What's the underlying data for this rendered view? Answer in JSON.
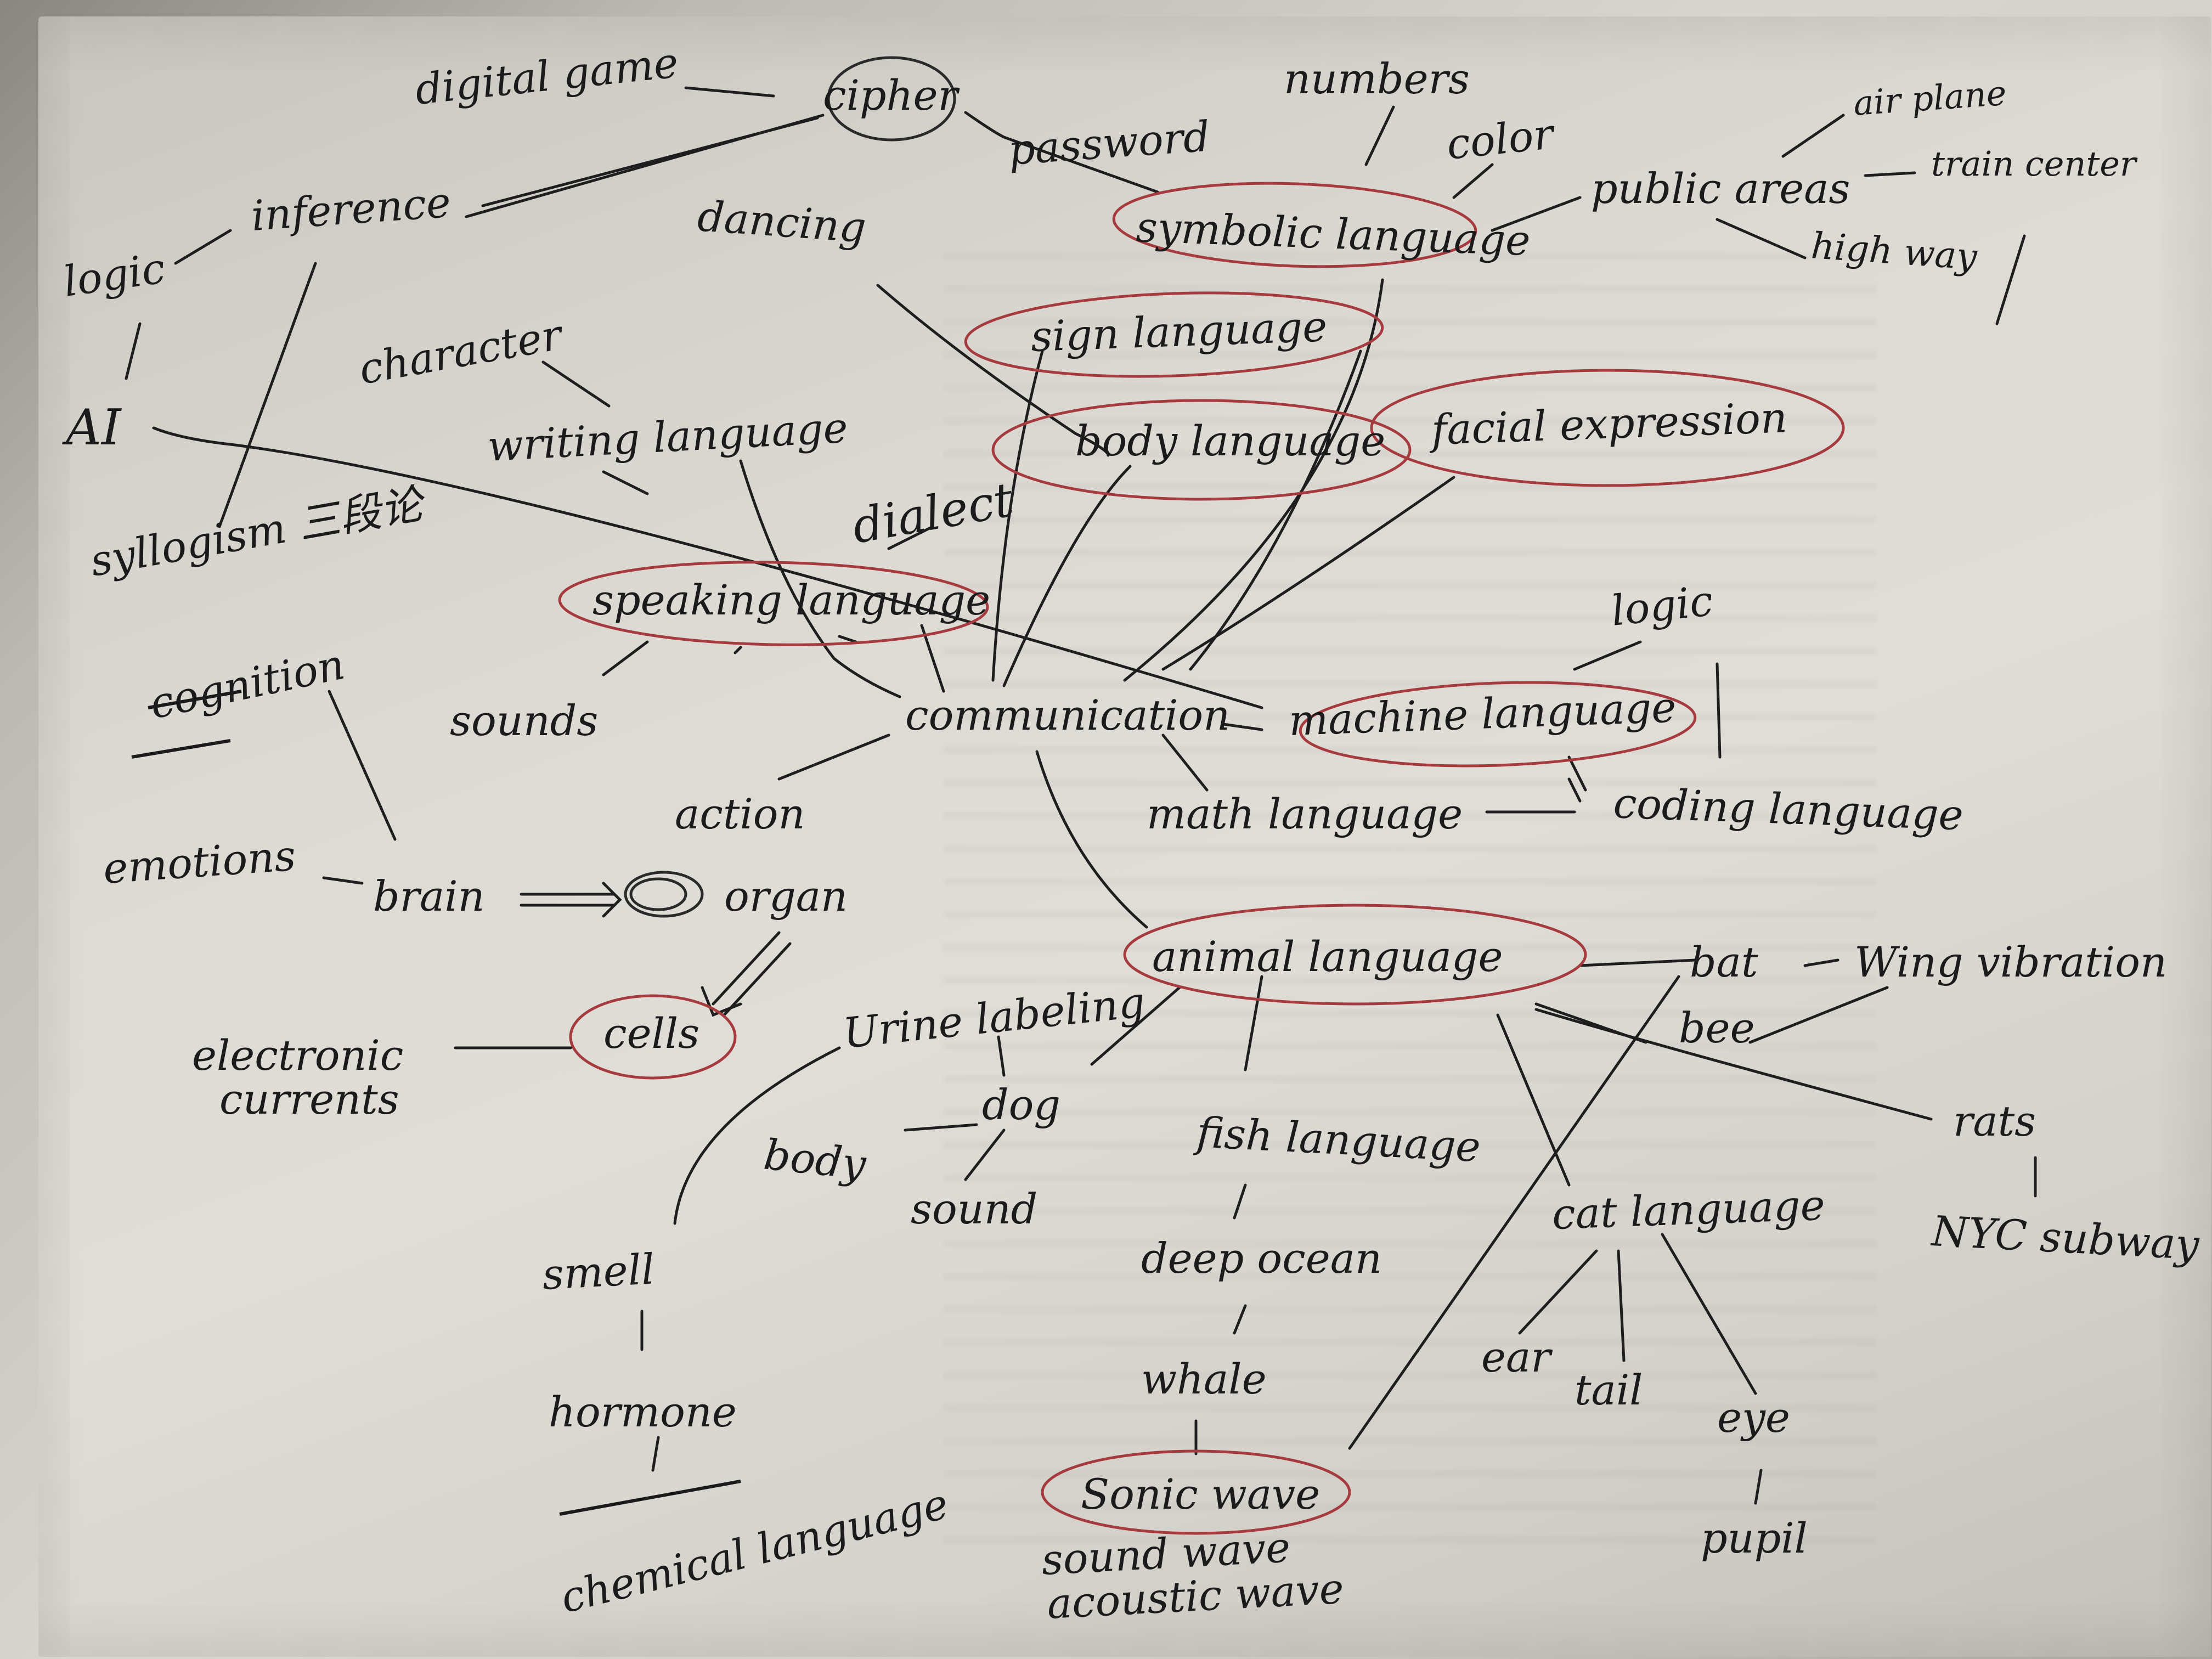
{
  "nodes": {
    "digital_game": "digital game",
    "cipher": "cipher",
    "password": "password",
    "numbers": "numbers",
    "color": "color",
    "air_plane": "air plane",
    "train_center": "train center",
    "public_areas": "public areas",
    "high_way": "high way",
    "inference": "inference",
    "logic_left": "logic",
    "ai": "AI",
    "dancing": "dancing",
    "symbolic_language": "symbolic language",
    "sign_language": "sign language",
    "character": "character",
    "writing_language": "writing language",
    "body_language": "body language",
    "facial_expression": "facial expression",
    "syllogism": "syllogism 三段论",
    "dialect": "dialect",
    "speaking_language": "speaking language",
    "logic_right": "logic",
    "cognition": "cognition",
    "sounds": "sounds",
    "communication": "communication",
    "machine_language": "machine language",
    "action": "action",
    "math_language": "math language",
    "coding_language": "coding language",
    "emotions": "emotions",
    "brain": "brain",
    "organ": "organ",
    "animal_language": "animal language",
    "bat": "bat",
    "wing_vibration": "Wing vibration",
    "bee": "bee",
    "urine_labeling": "Urine labeling",
    "electronic_currents": [
      "electronic",
      "currents"
    ],
    "cells": "cells",
    "dog": "dog",
    "body": "body",
    "fish_language": "fish language",
    "rats": "rats",
    "sound": "sound",
    "cat_language": "cat language",
    "nyc_subway": "NYC subway",
    "smell": "smell",
    "deep_ocean": "deep ocean",
    "ear": "ear",
    "tail": "tail",
    "whale": "whale",
    "hormone": "hormone",
    "eye": "eye",
    "sonic_wave": "Sonic wave",
    "chemical_language": "chemical language",
    "pupil": "pupil",
    "sound_wave": "sound wave",
    "acoustic_wave": "acoustic wave"
  },
  "colors": {
    "ink": "#1b1b1b",
    "circle_ink": "#a53a3f",
    "paper": "#dddad4"
  }
}
